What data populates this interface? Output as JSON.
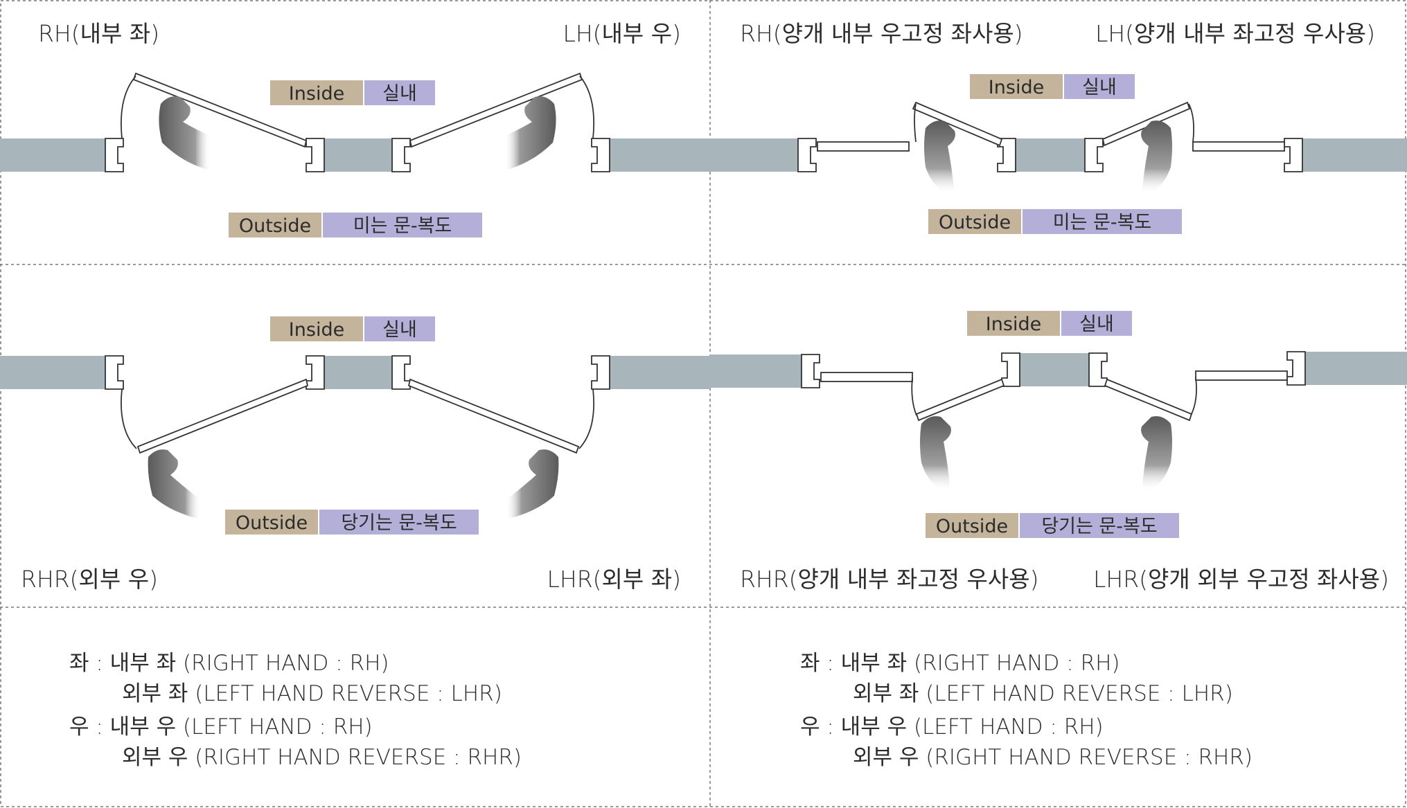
{
  "colors": {
    "wall": "#a8b6bc",
    "inside_outside_tag": "#c3b49b",
    "korean_tag": "#b4afd8",
    "frame_line": "#333333",
    "divider": "#777777",
    "hand_dark": "#5e5e5e"
  },
  "panels": {
    "single_push": {
      "left_title": "RH(내부 좌)",
      "right_title": "LH(내부 우)",
      "inside_tag": "Inside",
      "inside_ko": "실내",
      "outside_tag": "Outside",
      "outside_ko": "미는 문-복도"
    },
    "double_push": {
      "left_title": "RH(양개 내부 우고정 좌사용)",
      "right_title": "LH(양개 내부 좌고정 우사용)",
      "inside_tag": "Inside",
      "inside_ko": "실내",
      "outside_tag": "Outside",
      "outside_ko": "미는 문-복도"
    },
    "single_pull": {
      "left_title": "RHR(외부 우)",
      "right_title": "LHR(외부 좌)",
      "inside_tag": "Inside",
      "inside_ko": "실내",
      "outside_tag": "Outside",
      "outside_ko": "당기는 문-복도"
    },
    "double_pull": {
      "left_title": "RHR(양개 내부 좌고정 우사용)",
      "right_title": "LHR(양개 외부 우고정 좌사용)",
      "inside_tag": "Inside",
      "inside_ko": "실내",
      "outside_tag": "Outside",
      "outside_ko": "당기는 문-복도"
    }
  },
  "legend": {
    "left": {
      "line1": "좌 : 내부 좌 (RIGHT HAND : RH)",
      "line2": "외부 좌 (LEFT HAND REVERSE : LHR)",
      "line3": "우 : 내부 우 (LEFT HAND : RH)",
      "line4": "외부 우 (RIGHT HAND REVERSE : RHR)"
    },
    "right": {
      "line1": "좌 : 내부 좌 (RIGHT HAND : RH)",
      "line2": "외부 좌 (LEFT HAND REVERSE : LHR)",
      "line3": "우 : 내부 우 (LEFT HAND : RH)",
      "line4": "외부 우 (RIGHT HAND REVERSE : RHR)"
    }
  }
}
